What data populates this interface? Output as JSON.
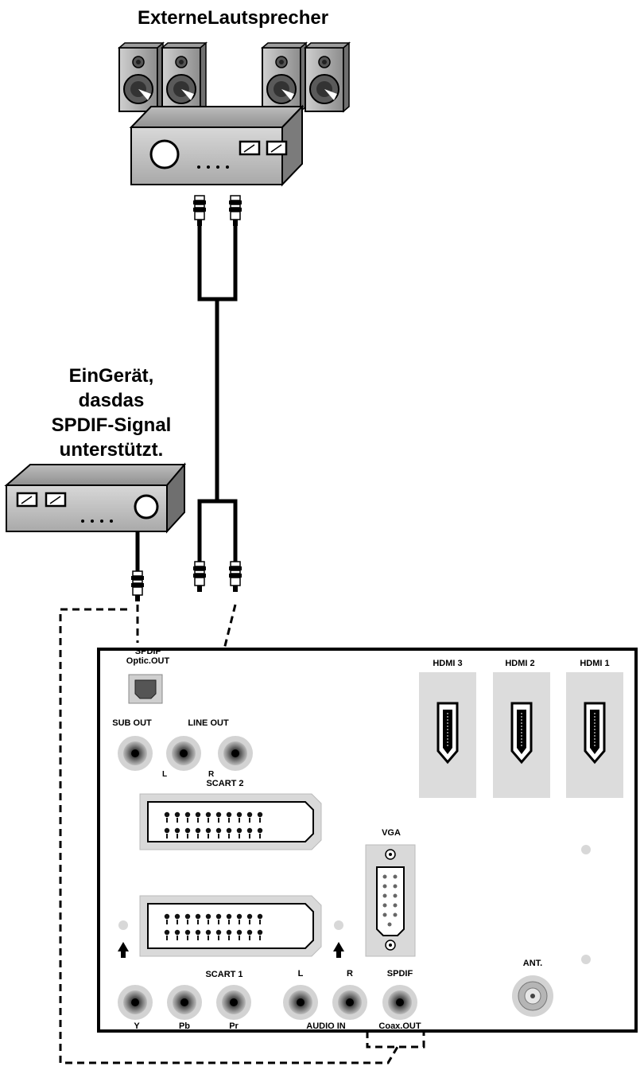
{
  "title_speakers": "ExterneLautsprecher",
  "spdif_device_label": [
    "EinGerät,",
    "dasdas",
    "SPDIF-Signal",
    "unterstützt."
  ],
  "panel": {
    "spdif_optic": [
      "SPDIF",
      "Optic.OUT"
    ],
    "sub_out": "SUB OUT",
    "line_out": "LINE OUT",
    "line_l": "L",
    "line_r": "R",
    "scart2": "SCART 2",
    "scart1": "SCART 1",
    "vga": "VGA",
    "hdmi": [
      "HDMI 3",
      "HDMI 2",
      "HDMI 1"
    ],
    "ant": "ANT.",
    "audio_l": "L",
    "audio_r": "R",
    "audio_in": "AUDIO IN",
    "spdif": "SPDIF",
    "coax_out": "Coax.OUT",
    "comp_y": "Y",
    "comp_pb": "Pb",
    "comp_pr": "Pr"
  }
}
